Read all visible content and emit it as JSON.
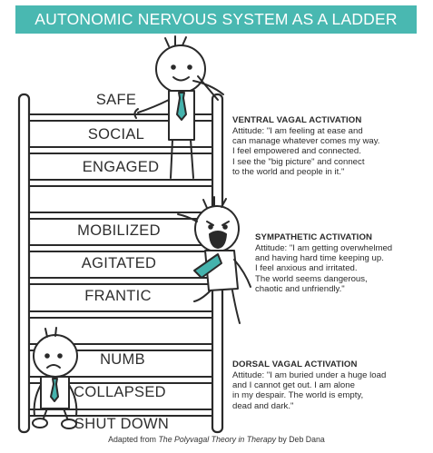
{
  "title": "AUTONOMIC NERVOUS SYSTEM AS A LADDER",
  "colors": {
    "banner": "#49b8b1",
    "tie": "#45b3ad",
    "ladder_stroke": "#2a2a2a",
    "text": "#2e2e2e"
  },
  "ladder_rungs": [
    "SAFE",
    "SOCIAL",
    "ENGAGED",
    "MOBILIZED",
    "AGITATED",
    "FRANTIC",
    "NUMB",
    "COLLAPSED",
    "SHUT DOWN"
  ],
  "sections": {
    "ventral": {
      "heading": "VENTRAL VAGAL ACTIVATION",
      "lines": [
        "Attitude: \"I am feeling at ease and",
        "can manage whatever comes my way.",
        "I feel empowered and connected.",
        "I see the \"big picture\" and connect",
        "to the world and people in it.\""
      ]
    },
    "sympathetic": {
      "heading": "SYMPATHETIC ACTIVATION",
      "lines": [
        "Attitude: \"I am getting overwhelmed",
        "and having hard time keeping up.",
        "I feel anxious and irritated.",
        "The world seems dangerous,",
        "chaotic and unfriendly.\""
      ]
    },
    "dorsal": {
      "heading": "DORSAL VAGAL ACTIVATION",
      "lines": [
        "Attitude: \"I am buried under a huge load",
        "and I cannot get out. I am alone",
        "in my despair. The world is empty,",
        "dead and dark.\""
      ]
    }
  },
  "figures": {
    "top": "calm-figure-icon",
    "middle": "yelling-figure-icon",
    "bottom": "sad-figure-icon"
  },
  "credit": {
    "prefix": "Adapted from ",
    "book": "The Polyvagal Theory in Therapy",
    "suffix": " by Deb Dana"
  }
}
